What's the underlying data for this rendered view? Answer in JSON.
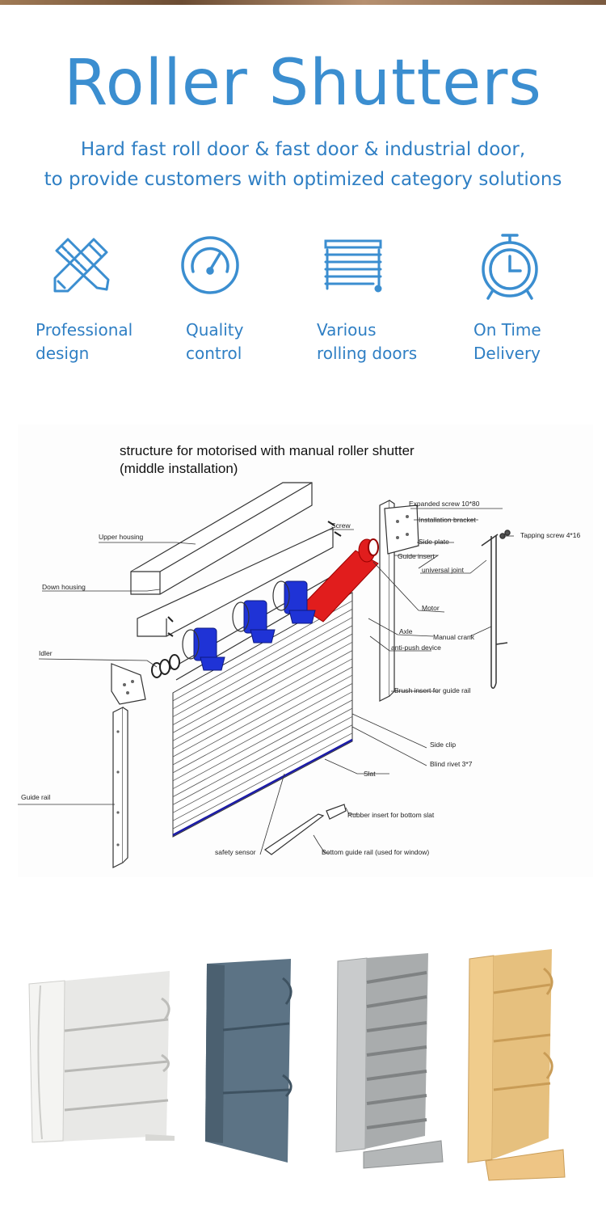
{
  "header": {
    "title": "Roller Shutters",
    "subtitle_line1": "Hard fast roll door & fast door & industrial door,",
    "subtitle_line2": "to provide customers with optimized category solutions"
  },
  "features": [
    {
      "icon": "ruler-pencil-icon",
      "line1": "Professional",
      "line2": "design"
    },
    {
      "icon": "gauge-icon",
      "line1": "Quality",
      "line2": "control"
    },
    {
      "icon": "rolling-door-icon",
      "line1": "Various",
      "line2": "rolling doors"
    },
    {
      "icon": "alarm-clock-icon",
      "line1": "On Time",
      "line2": "Delivery"
    }
  ],
  "diagram": {
    "title_line1": "structure for motorised with manual roller shutter",
    "title_line2": "(middle installation)",
    "labels": {
      "expanded_screw": "Expanded screw 10*80",
      "installation_bracket": "Installation bracket",
      "screw": "Screw",
      "side_plate": "Side plate",
      "tapping_screw": "Tapping screw 4*16",
      "upper_housing": "Upper housing",
      "guide_insert": "Guide insert",
      "universal_joint": "universal joint",
      "down_housing": "Down housing",
      "motor": "Motor",
      "axle": "Axle",
      "manual_crank": "Manual crank",
      "anti_push": "anti-push device",
      "idler": "Idler",
      "brush_insert": "Brush insert for guide rail",
      "side_clip": "Side clip",
      "blind_rivet": "Blind rivet 3*7",
      "slat": "Slat",
      "guide_rail": "Guide rail",
      "rubber_insert": "Rubber insert for bottom slat",
      "safety_sensor": "safety sensor",
      "bottom_guide_rail": "Bottom guide rail (used for window)"
    }
  },
  "profiles": [
    {
      "name": "white-profile",
      "color": "#e8e8e6"
    },
    {
      "name": "blue-grey-profile",
      "color": "#5c7385"
    },
    {
      "name": "silver-profile",
      "color": "#b9bcbd"
    },
    {
      "name": "wood-profile",
      "color": "#e6c07e"
    }
  ],
  "colors": {
    "accent": "#3b8ed0",
    "motor": "#e11d1d",
    "bracket": "#1f33d6"
  }
}
